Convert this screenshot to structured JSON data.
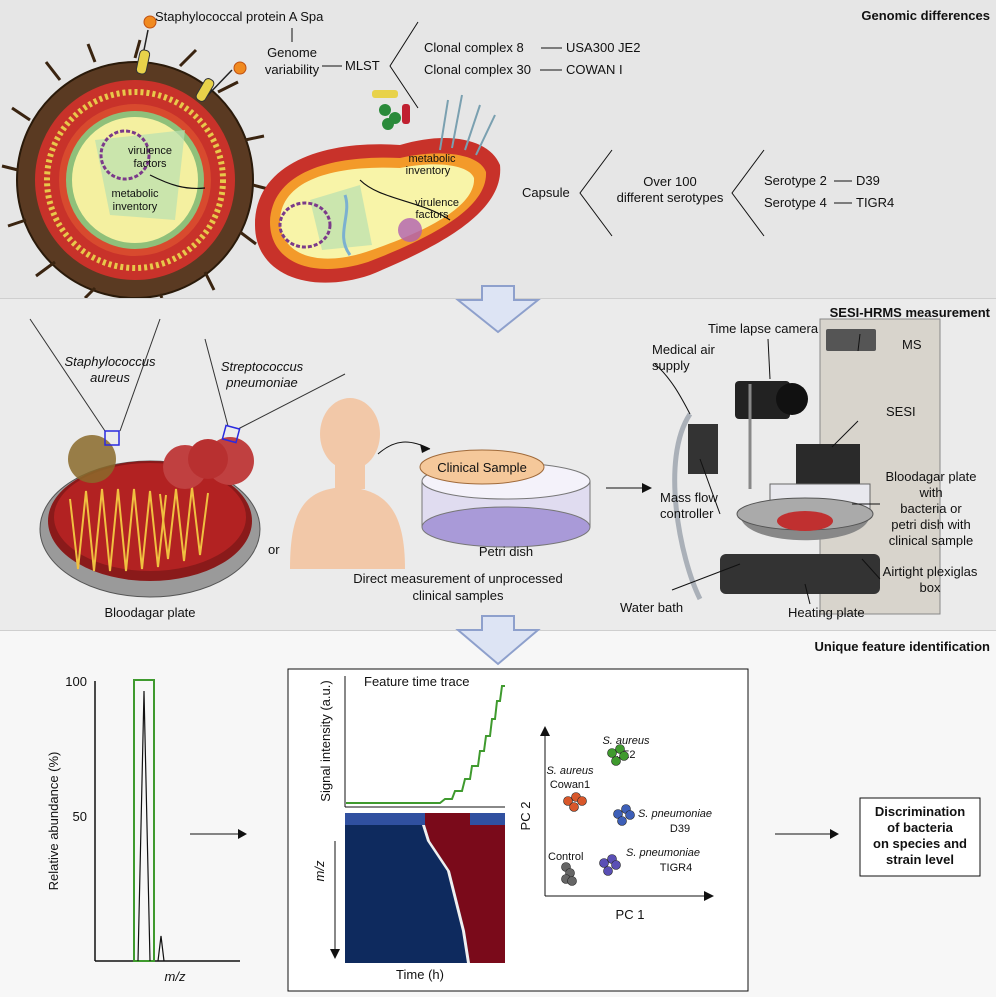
{
  "panel1": {
    "title": "Genomic differences",
    "spa": "Staphylococcal protein A Spa",
    "genome_line1": "Genome",
    "genome_line2": "variability",
    "mlst": "MLST",
    "cc8": "Clonal complex 8",
    "usa300": "USA300 JE2",
    "cc30": "Clonal complex 30",
    "cowan": "COWAN I",
    "capsule": "Capsule",
    "over100_line1": "Over 100",
    "over100_line2": "different serotypes",
    "sero2": "Serotype 2",
    "d39": "D39",
    "sero4": "Serotype 4",
    "tigr4": "TIGR4",
    "sa_virulence_line1": "virulence",
    "sa_virulence_line2": "factors",
    "sa_metabolic_line1": "metabolic",
    "sa_metabolic_line2": "inventory",
    "sp_metabolic_line1": "metabolic",
    "sp_metabolic_line2": "inventory",
    "sp_virulence_line1": "virulence",
    "sp_virulence_line2": "factors"
  },
  "panel2": {
    "title": "SESI-HRMS measurement",
    "staph_line1": "Staphylococcus",
    "staph_line2": "aureus",
    "strep_line1": "Streptococcus",
    "strep_line2": "pneumoniae",
    "or": "or",
    "bloodagar": "Bloodagar plate",
    "clinical_sample": "Clinical Sample",
    "petri": "Petri dish",
    "direct_line1": "Direct measurement of unprocessed",
    "direct_line2": "clinical samples",
    "camera": "Time lapse camera",
    "air_line1": "Medical air",
    "air_line2": "supply",
    "ms": "MS",
    "sesi": "SESI",
    "plate_line1": "Bloodagar plate",
    "plate_line2": "with",
    "plate_line3": "bacteria or",
    "plate_line4": "petri dish with",
    "plate_line5": "clinical sample",
    "mfc_line1": "Mass flow",
    "mfc_line2": "controller",
    "box_line1": "Airtight plexiglas",
    "box_line2": "box",
    "waterbath": "Water bath",
    "heating": "Heating plate"
  },
  "panel3": {
    "title": "Unique feature identification",
    "y_axis": "Relative abundance (%)",
    "tick100": "100",
    "tick50": "50",
    "x_axis": "m/z",
    "trace_title": "Feature time trace",
    "signal_axis": "Signal intensity (a.u.)",
    "mz_axis": "m/z",
    "time_axis": "Time (h)",
    "pc1": "PC 1",
    "pc2": "PC 2",
    "sa_je2_line1": "S. aureus",
    "sa_je2_line2": "JE2",
    "sa_cowan_line1": "S. aureus",
    "sa_cowan_line2": "Cowan1",
    "sp_d39_line1": "S. pneumoniae",
    "sp_d39_line2": "D39",
    "sp_tigr4_line1": "S. pneumoniae",
    "sp_tigr4_line2": "TIGR4",
    "control": "Control",
    "disc_line1": "Discrimination",
    "disc_line2": "of bacteria",
    "disc_line3": "on species and",
    "disc_line4": "strain level",
    "colors": {
      "je2": "#3f9a2e",
      "cowan": "#d8572a",
      "d39": "#3d5fb8",
      "tigr4": "#5a4fb5",
      "control": "#666666"
    }
  }
}
